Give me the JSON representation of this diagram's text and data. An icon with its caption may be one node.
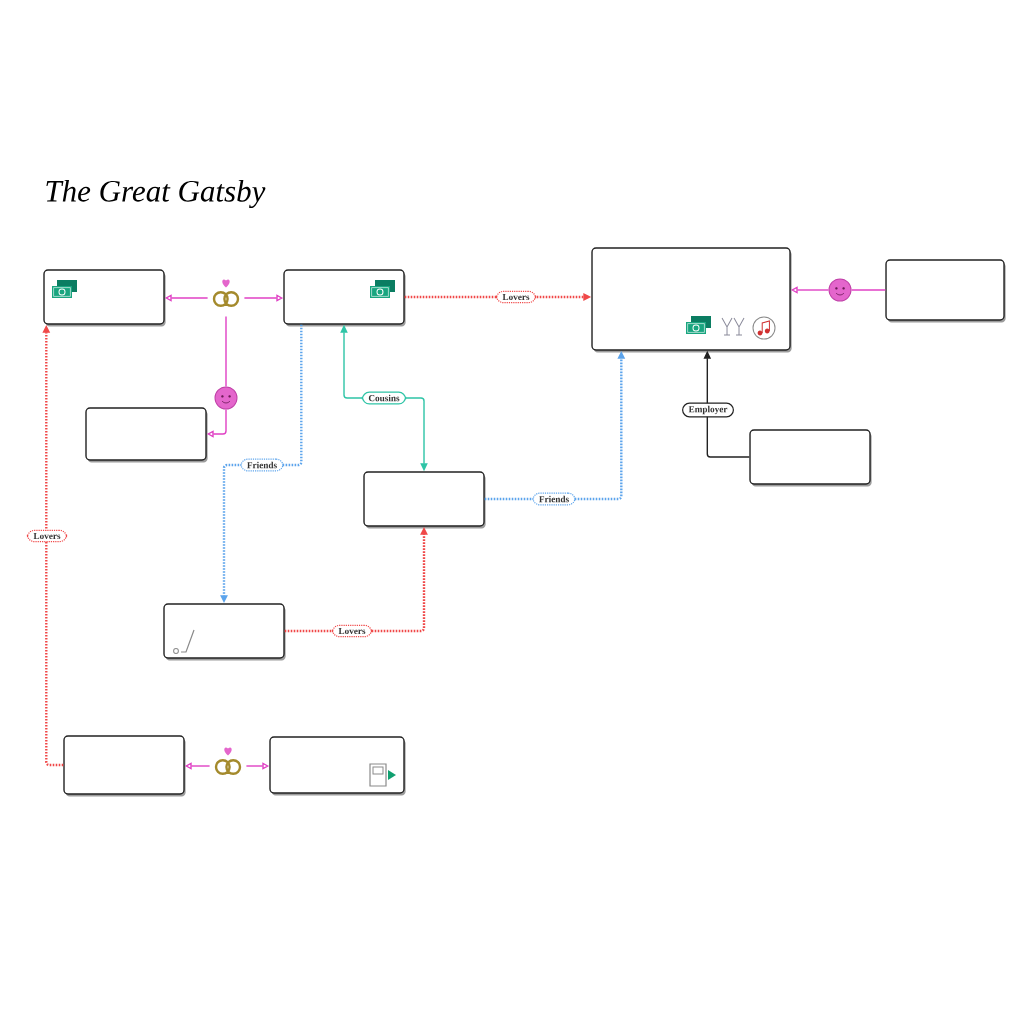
{
  "diagram": {
    "title": "The Great Gatsby",
    "nodes": [
      {
        "text": [],
        "shape": "box"
      },
      {
        "text": [],
        "shape": "picture"
      },
      {
        "text": [],
        "shape": "box"
      },
      {
        "text": [],
        "shape": "box"
      },
      {
        "text": [],
        "shape": "circle"
      },
      {
        "text": [],
        "shape": "box"
      },
      {
        "text": [],
        "shape": "circle"
      },
      {
        "text": [],
        "shape": "box"
      },
      {
        "text": [],
        "shape": "box"
      },
      {
        "text": [],
        "shape": "box"
      },
      {
        "text": [],
        "shape": "box"
      },
      {
        "text": [],
        "shape": "box"
      },
      {
        "text": [],
        "shape": "picture"
      },
      {
        "text": [],
        "shape": "box"
      }
    ],
    "edges": [
      {
        "from": 1,
        "to": 0,
        "arrow": "to"
      },
      {
        "from": 1,
        "to": 2,
        "arrow": "to"
      },
      {
        "from": 2,
        "to": 3,
        "arrow": "to",
        "label": "Lovers",
        "style": "dashed",
        "color": "#f04848"
      },
      {
        "from": 5,
        "to": 4,
        "arrow": "none"
      },
      {
        "from": 4,
        "to": 3,
        "arrow": "to"
      },
      {
        "from": 1,
        "to": 6,
        "arrow": "none"
      },
      {
        "from": 6,
        "to": 7,
        "arrow": "to"
      },
      {
        "from": 9,
        "to": 2,
        "arrow": "both",
        "label": "Cousins",
        "color": "#2ec4a6"
      },
      {
        "from": 2,
        "to": 10,
        "arrow": "to",
        "label": "Friends",
        "style": "dashed",
        "color": "#5ca4ec"
      },
      {
        "from": 8,
        "to": 3,
        "arrow": "to",
        "label": "Employer",
        "color": "#222222"
      },
      {
        "from": 9,
        "to": 3,
        "arrow": "to",
        "label": "Friends",
        "style": "dashed",
        "color": "#5ca4ec"
      },
      {
        "from": 10,
        "to": 9,
        "arrow": "to",
        "label": "Lovers",
        "style": "dashed",
        "color": "#f04848"
      },
      {
        "from": 11,
        "to": 0,
        "arrow": "to",
        "label": "Lovers",
        "style": "dashed",
        "color": "#f04848"
      },
      {
        "from": 12,
        "to": 11,
        "arrow": "to"
      },
      {
        "from": 12,
        "to": 13,
        "arrow": "to"
      }
    ]
  }
}
